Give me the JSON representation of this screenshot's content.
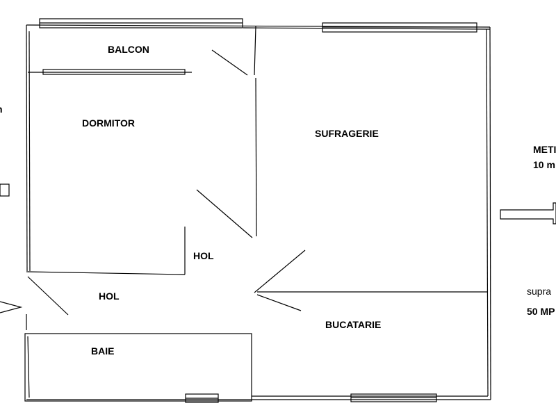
{
  "rooms": {
    "balcon": "BALCON",
    "dormitor": "DORMITOR",
    "sufragerie": "SUFRAGERIE",
    "hol_upper": "HOL",
    "hol_lower": "HOL",
    "baie": "BAIE",
    "bucatarie": "BUCATARIE"
  },
  "side_notes": {
    "left_cut": "n",
    "metro_line1": "METI",
    "metro_line2": "10 m",
    "area_line1": "supra",
    "area_line2": "50 MP"
  },
  "colors": {
    "stroke": "#000000",
    "background": "#ffffff"
  }
}
